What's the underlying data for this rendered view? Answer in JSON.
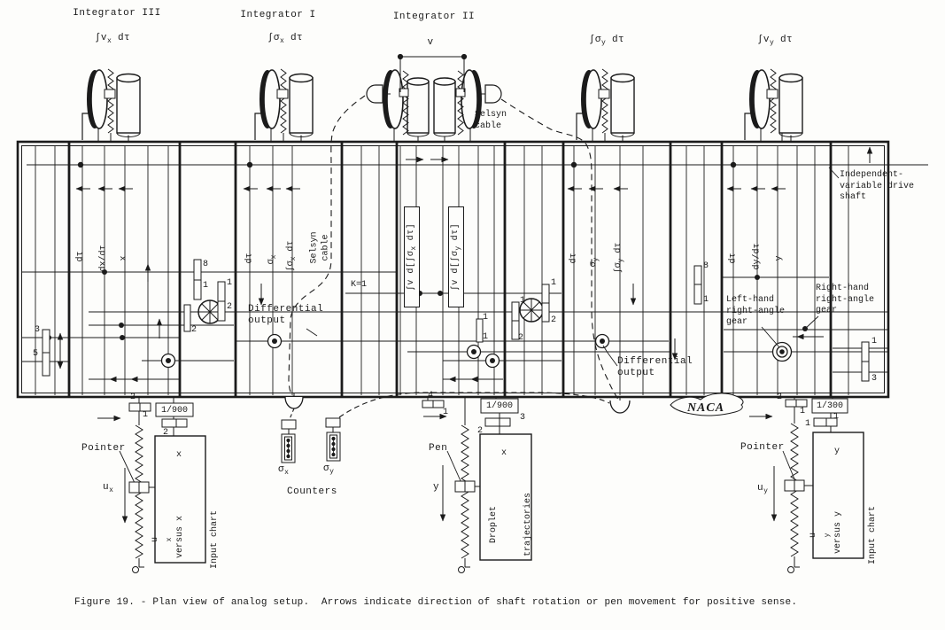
{
  "figure_caption": "Figure 19. - Plan view of analog setup.  Arrows indicate direction of shaft rotation or pen movement for positive sense.",
  "titles": {
    "integrator_iii": "Integrator III",
    "integrator_i": "Integrator I",
    "integrator_ii": "Integrator II"
  },
  "formulas": {
    "int_vx": {
      "pre": "∫v",
      "sub": "x",
      "post": " dτ"
    },
    "int_sigx": {
      "pre": "∫σ",
      "sub": "x",
      "post": " dτ"
    },
    "int_sigy": {
      "pre": "∫σ",
      "sub": "y",
      "post": " dτ"
    },
    "int_vy": {
      "pre": "∫v",
      "sub": "y",
      "post": " dτ"
    },
    "v_dim": "v",
    "k_label": "K=1"
  },
  "shafts": {
    "dt1": "dτ",
    "dxdt": "dx/dτ",
    "x1": "x",
    "dt2": "dτ",
    "sigx": {
      "pre": "σ",
      "sub": "x",
      "post": ""
    },
    "isigx": {
      "pre": "∫σ",
      "sub": "x",
      "post": " dτ"
    },
    "box_x": {
      "pre": "∫v d[∫σ",
      "sub": "x",
      "post": " dτ]"
    },
    "box_y": {
      "pre": "∫v d[∫σ",
      "sub": "y",
      "post": " dτ]"
    },
    "dt3": "dτ",
    "sigy": {
      "pre": "σ",
      "sub": "y",
      "post": ""
    },
    "isigy": {
      "pre": "∫σ",
      "sub": "y",
      "post": " dτ"
    },
    "dt4": "dτ",
    "dydt": "dy/dτ",
    "y1": "y",
    "selsyn_rot_l1": "Selsyn",
    "selsyn_rot_l2": "cable"
  },
  "annotations": {
    "selsyn_top_l1": "Selsyn",
    "selsyn_top_l2": "cable",
    "diff_out_l1": "Differential",
    "diff_out_l2": "output",
    "pointer": "Pointer",
    "pen": "Pen",
    "counters": "Counters",
    "naca": "NACA",
    "lh_gear_l1": "Left-hand",
    "lh_gear_l2": "right-angle",
    "lh_gear_l3": "gear",
    "rh_gear_l1": "Right-hand",
    "rh_gear_l2": "right-angle",
    "rh_gear_l3": "gear",
    "indep_l1": "Independent-",
    "indep_l2": "variable drive",
    "indep_l3": "shaft"
  },
  "outputs": {
    "ux": {
      "pre": "u",
      "sub": "x"
    },
    "uy": {
      "pre": "u",
      "sub": "y"
    },
    "sigx": {
      "pre": "σ",
      "sub": "x"
    },
    "sigy": {
      "pre": "σ",
      "sub": "y"
    },
    "chart_left_l1": {
      "pre": "u",
      "sub": "x",
      "post": " versus x"
    },
    "chart_left_l2": "Input chart",
    "chart_mid_l1": "Droplet",
    "chart_mid_l2": "trajectories",
    "chart_right_l1": {
      "pre": "u",
      "sub": "y",
      "post": " versus y"
    },
    "chart_right_l2": "Input chart",
    "axis_x_left": "x",
    "axis_x_mid": "x",
    "axis_y_right": "y",
    "pen_axis_y": "y"
  },
  "gears": {
    "a_top": "3",
    "a_bot": "5",
    "b_8": "8",
    "b_1a": "1",
    "b_1b": "1",
    "b_2a": "2",
    "b_2b": "2",
    "m_1a": "1",
    "m_2a": "2",
    "m_1b": "1",
    "m_2b": "2",
    "m_1c": "1",
    "m_1d": "1",
    "d_8": "8",
    "d_1": "1",
    "r_1": "1",
    "r_3": "3",
    "bl_2": "2",
    "bl_1": "1",
    "bl_ratio": "1/900",
    "bl_2b": "2",
    "bc_4": "4",
    "bc_1": "1",
    "bc_ratio": "1/900",
    "bc_3": "3",
    "bc_2": "2",
    "br_2": "2",
    "br_1a": "1",
    "br_ratio": "1/300",
    "br_1b": "1",
    "br_1c": "1"
  }
}
